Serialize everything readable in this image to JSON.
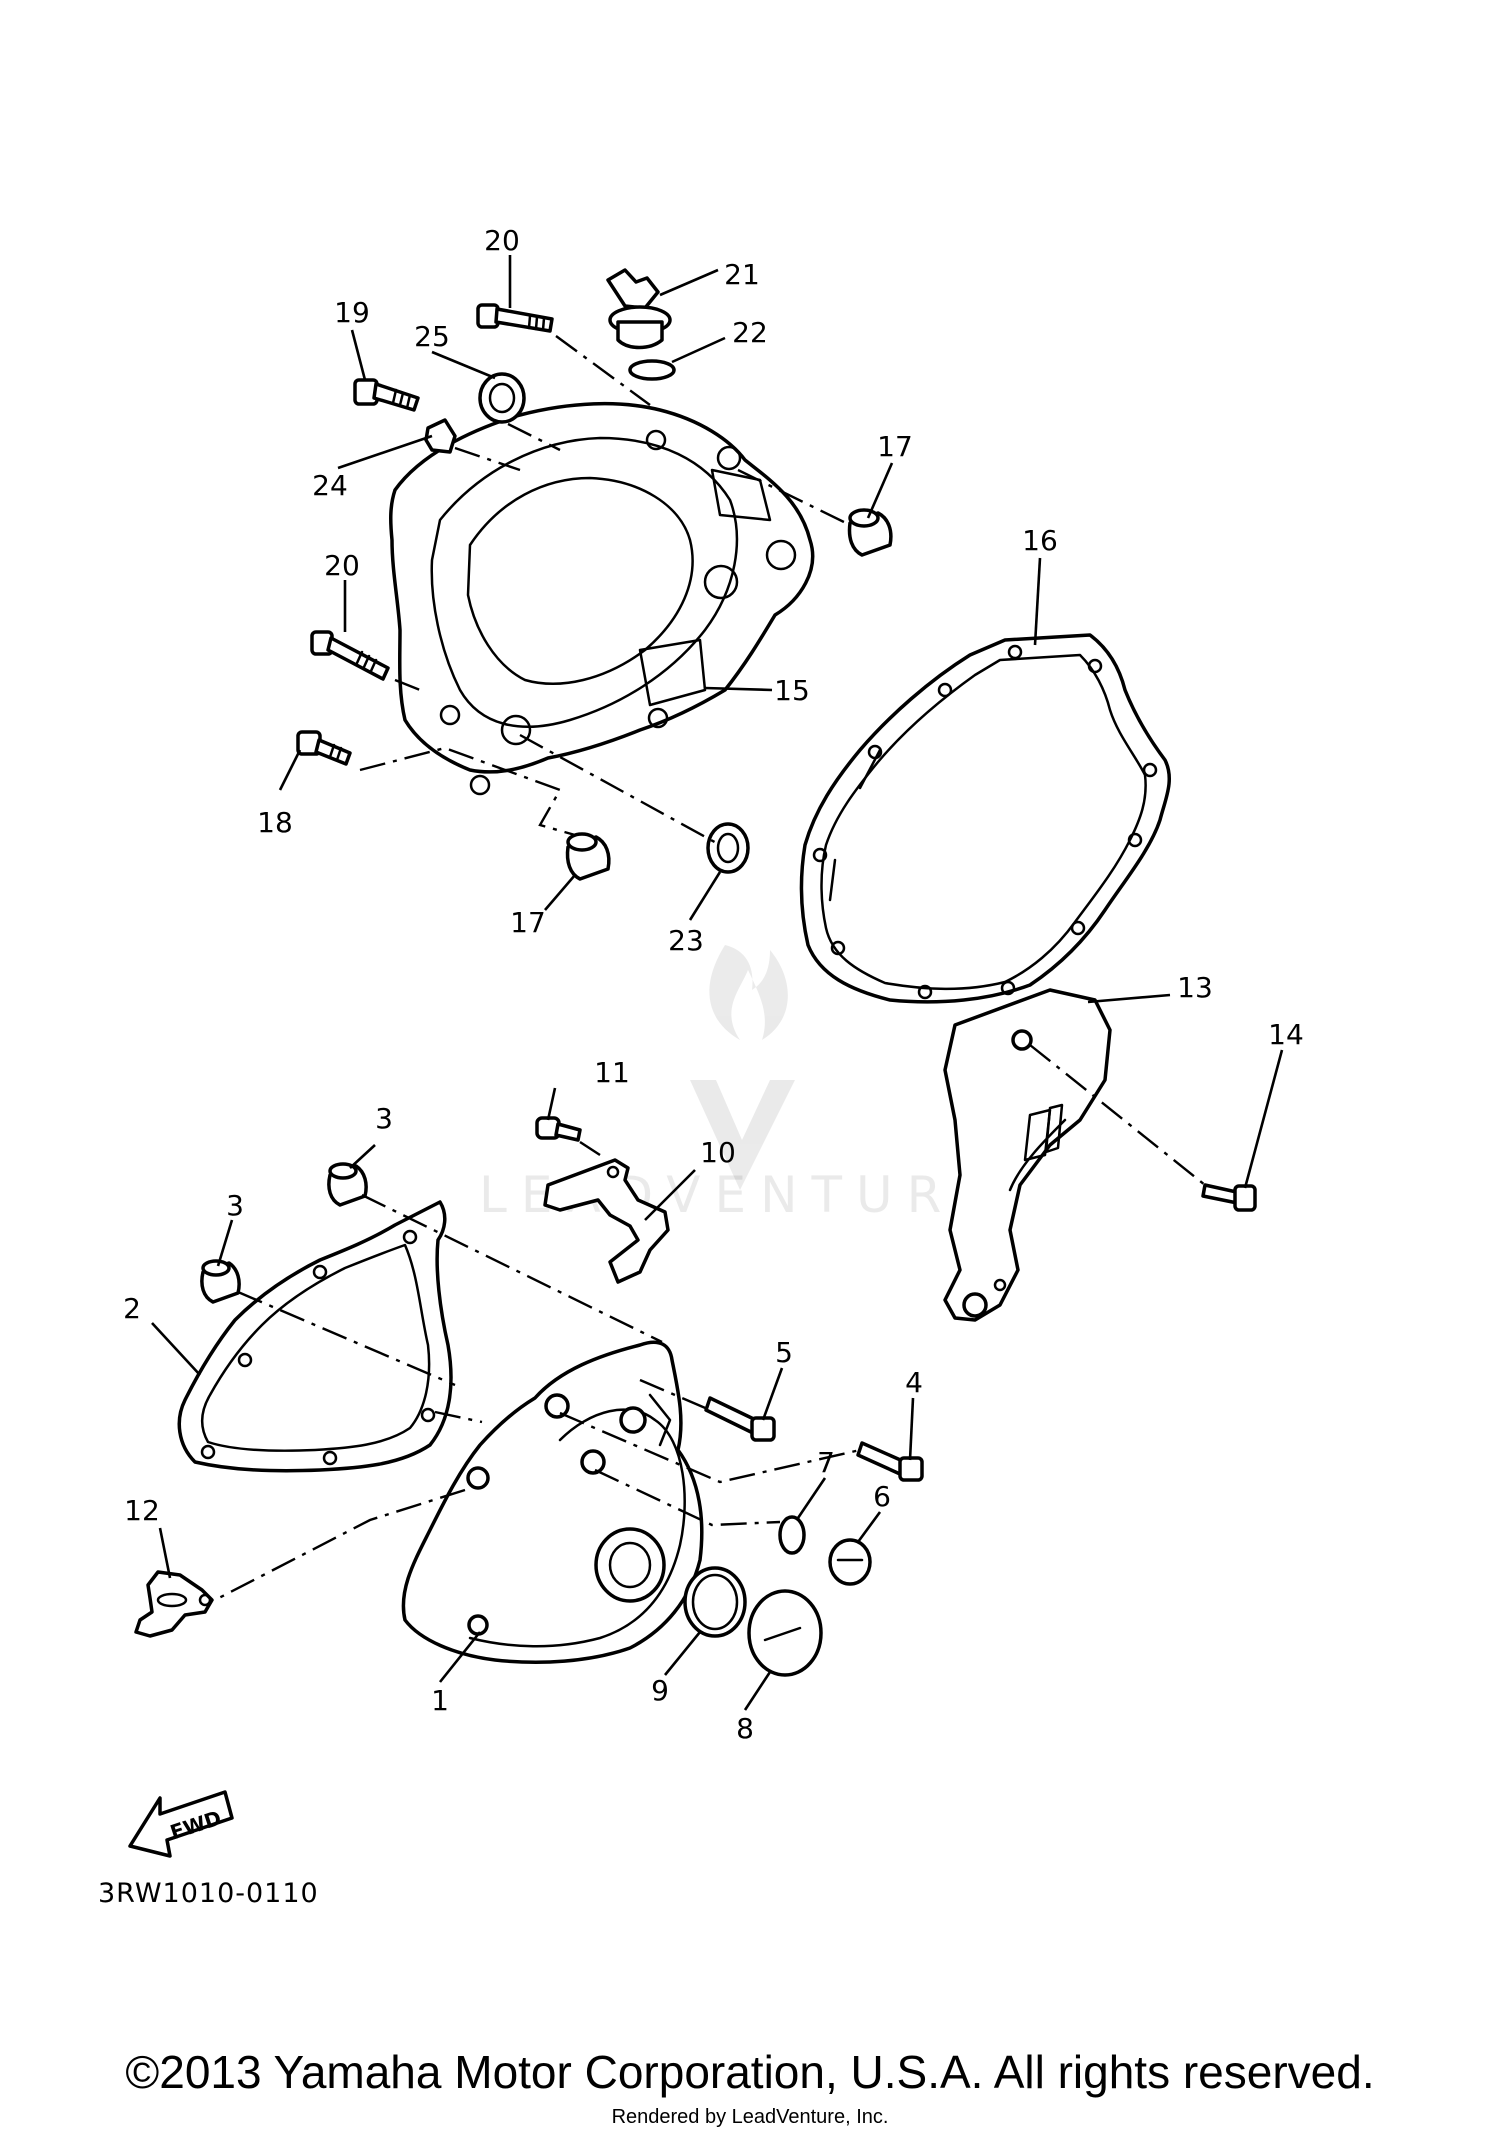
{
  "callouts": [
    {
      "id": "1",
      "label": "1"
    },
    {
      "id": "2",
      "label": "2"
    },
    {
      "id": "3a",
      "label": "3"
    },
    {
      "id": "3b",
      "label": "3"
    },
    {
      "id": "4",
      "label": "4"
    },
    {
      "id": "5",
      "label": "5"
    },
    {
      "id": "6",
      "label": "6"
    },
    {
      "id": "7",
      "label": "7"
    },
    {
      "id": "8",
      "label": "8"
    },
    {
      "id": "9",
      "label": "9"
    },
    {
      "id": "10",
      "label": "10"
    },
    {
      "id": "11",
      "label": "11"
    },
    {
      "id": "12",
      "label": "12"
    },
    {
      "id": "13",
      "label": "13"
    },
    {
      "id": "14",
      "label": "14"
    },
    {
      "id": "15",
      "label": "15"
    },
    {
      "id": "16",
      "label": "16"
    },
    {
      "id": "17a",
      "label": "17"
    },
    {
      "id": "17b",
      "label": "17"
    },
    {
      "id": "18",
      "label": "18"
    },
    {
      "id": "19",
      "label": "19"
    },
    {
      "id": "20a",
      "label": "20"
    },
    {
      "id": "20b",
      "label": "20"
    },
    {
      "id": "21",
      "label": "21"
    },
    {
      "id": "22",
      "label": "22"
    },
    {
      "id": "23",
      "label": "23"
    },
    {
      "id": "24",
      "label": "24"
    },
    {
      "id": "25",
      "label": "25"
    }
  ],
  "direction_label": "FWD",
  "diagram_code": "3RW1010-0110",
  "watermark": "LEADVENTURE",
  "copyright": "©2013 Yamaha Motor Corporation, U.S.A. All rights reserved.",
  "rendered_by": "Rendered by LeadVenture, Inc."
}
